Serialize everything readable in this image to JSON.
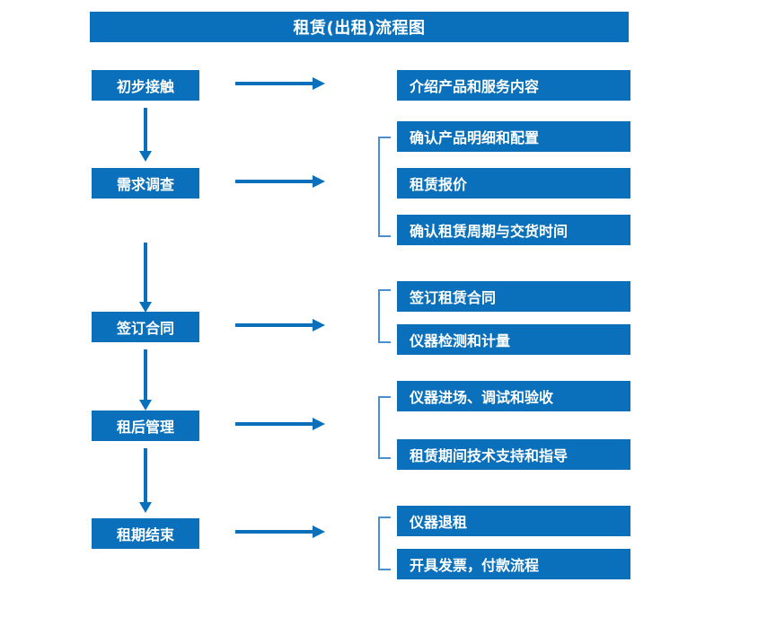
{
  "header": {
    "title": "租赁(出租)流程图"
  },
  "colors": {
    "brand_blue": "#0a70bc",
    "bracket_blue": "#4a8fd0",
    "text_on_blue": "#ffffff",
    "background": "#ffffff"
  },
  "stages": [
    {
      "label": "初步接触"
    },
    {
      "label": "需求调查"
    },
    {
      "label": "签订合同"
    },
    {
      "label": "租后管理"
    },
    {
      "label": "租期结束"
    }
  ],
  "details": [
    {
      "label": "介绍产品和服务内容"
    },
    {
      "label": "确认产品明细和配置"
    },
    {
      "label": "租赁报价"
    },
    {
      "label": "确认租赁周期与交货时间"
    },
    {
      "label": "签订租赁合同"
    },
    {
      "label": "仪器检测和计量"
    },
    {
      "label": "仪器进场、调试和验收"
    },
    {
      "label": "租赁期间技术支持和指导"
    },
    {
      "label": "仪器退租"
    },
    {
      "label": "开具发票，付款流程"
    }
  ],
  "icons": {
    "right_arrow": "right-arrow-icon",
    "down_arrow": "down-arrow-icon",
    "bracket": "group-bracket-icon"
  }
}
